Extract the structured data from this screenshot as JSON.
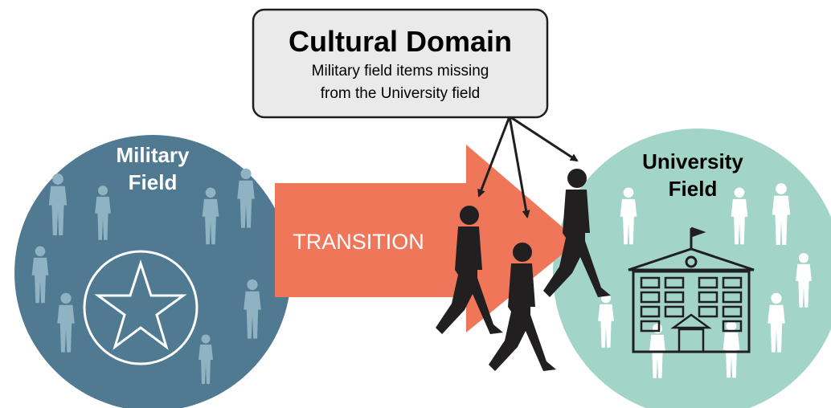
{
  "cultural_domain": {
    "title": "Cultural Domain",
    "subtitle_line1": "Military field items missing",
    "subtitle_line2": "from the University field"
  },
  "military_field": {
    "label_line1": "Military",
    "label_line2": "Field",
    "emblem": "star-icon"
  },
  "university_field": {
    "label_line1": "University",
    "label_line2": "Field",
    "emblem": "university-building-icon"
  },
  "transition": {
    "label": "TRANSITION"
  },
  "colors": {
    "military": "#4f7a91",
    "military_people": "#8fb3c3",
    "university": "#a3d4c8",
    "university_people": "#ffffff",
    "arrow": "#f0765a",
    "walkers": "#221f20",
    "box_fill": "#eaeaea",
    "box_stroke": "#1f1f1f"
  }
}
